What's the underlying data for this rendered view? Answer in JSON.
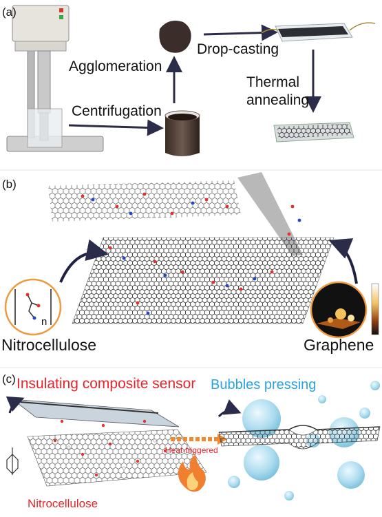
{
  "panel_a": {
    "letter": "(a)",
    "steps": {
      "agglomeration": "Agglomeration",
      "drop_casting": "Drop-casting",
      "thermal": "Thermal",
      "annealing": "annealing",
      "centrifugation": "Centrifugation"
    }
  },
  "panel_b": {
    "letter": "(b)",
    "inset_subscript": "n",
    "nitrocellulose": "Nitrocellulose",
    "graphene": "Graphene"
  },
  "panel_c": {
    "letter": "(c)",
    "insulating": "Insulating composite sensor",
    "bubbles": "Bubbles pressing",
    "heat": "Heat-triggered",
    "nitrocellulose": "Nitrocellulose"
  },
  "colors": {
    "red_text": "#e8242b",
    "blue_text": "#2aa3e0",
    "arrow": "#2b2b4a",
    "flame": "#f08030"
  }
}
